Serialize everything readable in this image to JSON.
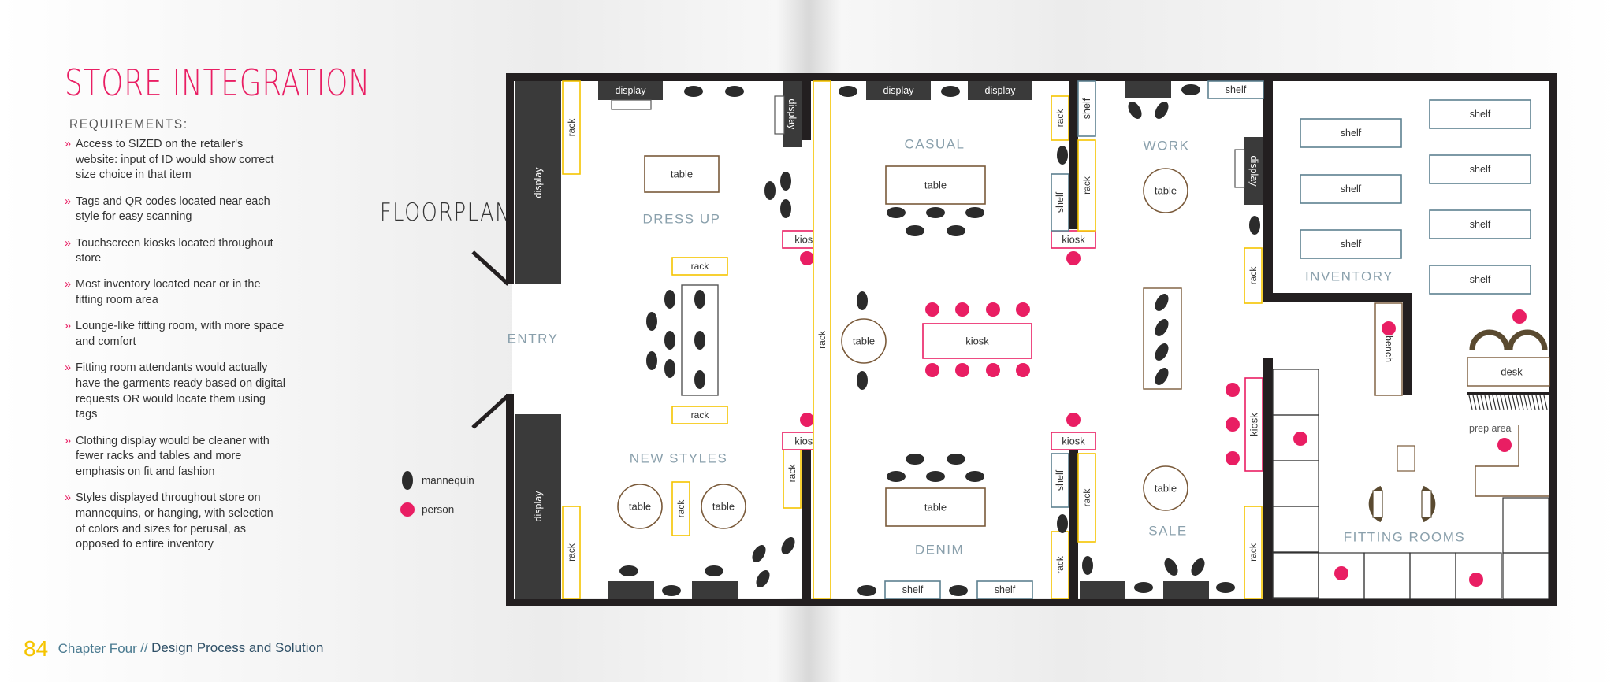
{
  "page": {
    "title": "STORE INTEGRATION",
    "requirements_heading": "REQUIREMENTS:",
    "requirements": [
      "Access to SIZED on the retailer's website: input of ID would show correct size choice in that item",
      "Tags and QR codes located near each style for easy scanning",
      "Touchscreen kiosks located throughout store",
      "Most inventory located near or in the fitting room area",
      "Lounge-like fitting room, with more space and comfort",
      "Fitting room attendants would actually have the garments ready based on digital requests OR would locate them using tags",
      "Clothing display would be cleaner with fewer racks and tables and more emphasis on fit and fashion",
      "Styles displayed throughout store on mannequins, or hanging, with selection of colors and sizes for perusal, as opposed to entire inventory"
    ],
    "floorplan_title": "FLOORPLAN",
    "footer": {
      "page_number": "84",
      "chapter": "Chapter Four",
      "separator": "//",
      "section": "Design Process and Solution"
    }
  },
  "legend": {
    "mannequin": "mannequin",
    "person": "person"
  },
  "zones": {
    "entry": "ENTRY",
    "dress_up": "DRESS UP",
    "new_styles": "NEW STYLES",
    "casual": "CASUAL",
    "denim": "DENIM",
    "work": "WORK",
    "sale": "SALE",
    "inventory": "INVENTORY",
    "fitting_rooms": "FITTING ROOMS",
    "prep_area": "prep area"
  },
  "fixtures": {
    "display": "display",
    "rack": "rack",
    "table": "table",
    "kiosk": "kiosk",
    "shelf": "shelf",
    "bench": "bench",
    "desk": "desk"
  },
  "colors": {
    "accent": "#e91e63",
    "rack": "#f5c400",
    "table": "#7a5a3a",
    "shelf": "#5d8090",
    "wall": "#231f20",
    "display": "#3a3a3a",
    "zone_label": "#8aa0ac"
  }
}
